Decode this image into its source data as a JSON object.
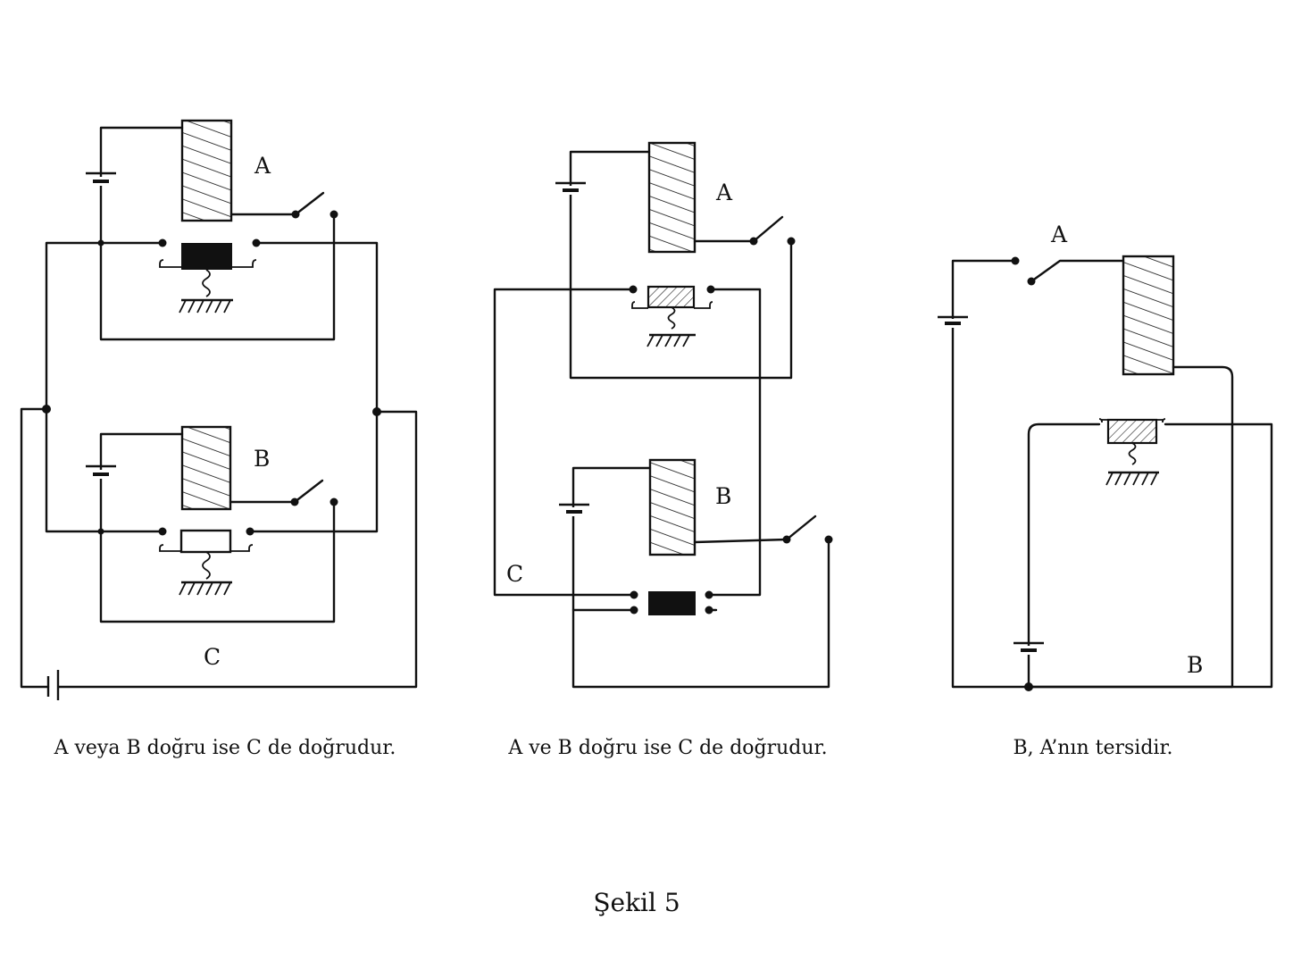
{
  "panels": [
    {
      "labels": {
        "relay_a": "A",
        "relay_b": "B",
        "output": "C"
      },
      "caption": "A veya B doğru ise C de doğrudur."
    },
    {
      "labels": {
        "relay_a": "A",
        "relay_b": "B",
        "output": "C"
      },
      "caption": "A ve B doğru ise C de doğrudur."
    },
    {
      "labels": {
        "relay_a": "A",
        "relay_b": "B"
      },
      "caption": "B, A’nın tersidir."
    }
  ],
  "figure_caption": "Şekil 5"
}
